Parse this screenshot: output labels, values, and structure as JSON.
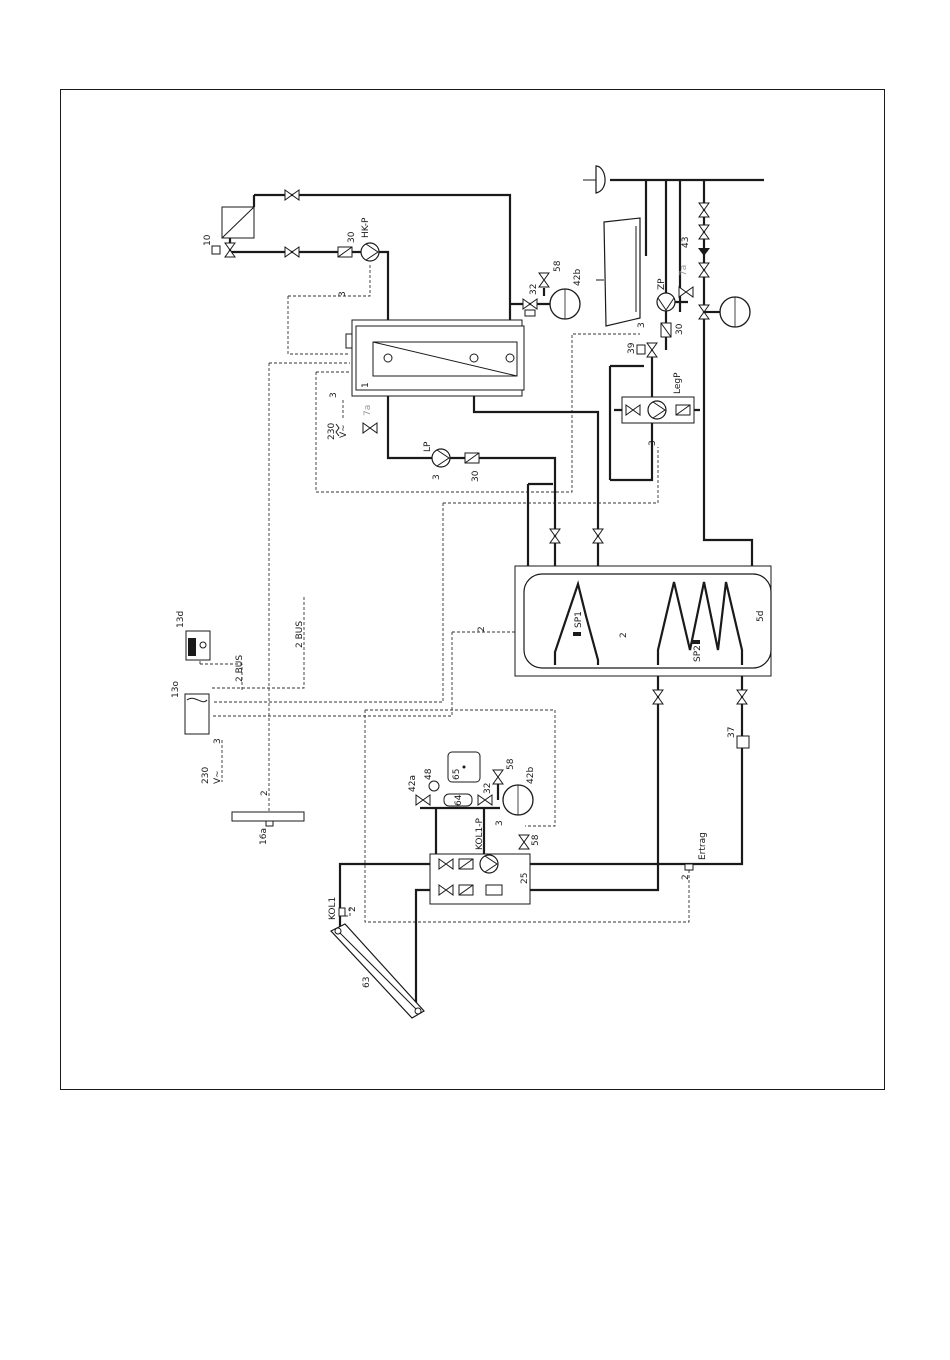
{
  "labels": {
    "n10": "10",
    "n30a": "30",
    "hkp": "HK-P",
    "n3a": "3",
    "n32a": "32",
    "n58a": "58",
    "n42b_a": "42b",
    "n43": "43",
    "n7a_a": "7a",
    "zp": "ZP",
    "n30b": "30",
    "n39": "39",
    "n3b": "3",
    "legp": "LegP",
    "n3c": "3",
    "n1": "1",
    "n3d": "3",
    "n230a": "230",
    "va": "V~",
    "n7a_b": "7a",
    "lp": "LP",
    "n3e": "3",
    "n30c": "30",
    "n13d": "13d",
    "bus1": "2 BUS",
    "bus2": "2 BUS",
    "n13o": "13o",
    "n3f": "3",
    "n230b": "230",
    "vb": "V~",
    "n2a": "2",
    "n16a": "16a",
    "sp1": "SP1",
    "sp2": "SP2",
    "n5d": "5d",
    "n2b": "2",
    "n2c": "2",
    "n37": "37",
    "n42a": "42a",
    "n48": "48",
    "n65": "65",
    "n58b": "58",
    "n42b_b": "42b",
    "n64": "64",
    "n32b": "32",
    "kol1p": "KOL1-P",
    "n3g": "3",
    "n58c": "58",
    "n25": "25",
    "ertrag": "Ertrag",
    "n2d": "2",
    "kol1": "KOL1",
    "n2e": "2",
    "n63": "63"
  },
  "colors": {
    "line": "#1a1a1a",
    "wire": "#333333",
    "faded": "#9a9a9a",
    "background": "#ffffff"
  }
}
